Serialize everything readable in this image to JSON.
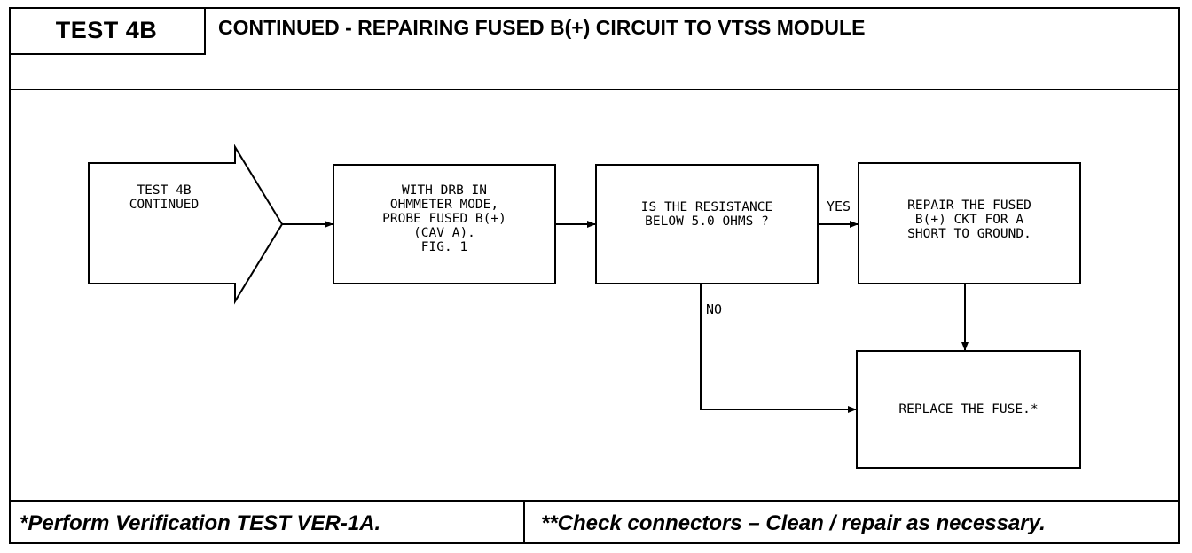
{
  "header": {
    "test_id": "TEST 4B",
    "title": "CONTINUED -  REPAIRING FUSED B(+) CIRCUIT TO VTSS MODULE"
  },
  "flowchart": {
    "start": "TEST 4B\nCONTINUED",
    "step1": "WITH DRB IN\nOHMMETER MODE,\nPROBE FUSED B(+)\n(CAV A).\nFIG. 1",
    "decision": "IS THE RESISTANCE\nBELOW 5.0 OHMS ?",
    "yes_label": "YES",
    "no_label": "NO",
    "yes_action": "REPAIR THE FUSED\nB(+) CKT FOR A\nSHORT TO GROUND.",
    "final_action": "REPLACE THE FUSE.*"
  },
  "footer": {
    "left": "*Perform Verification TEST VER-1A.",
    "right": "**Check connectors – Clean / repair as necessary."
  }
}
